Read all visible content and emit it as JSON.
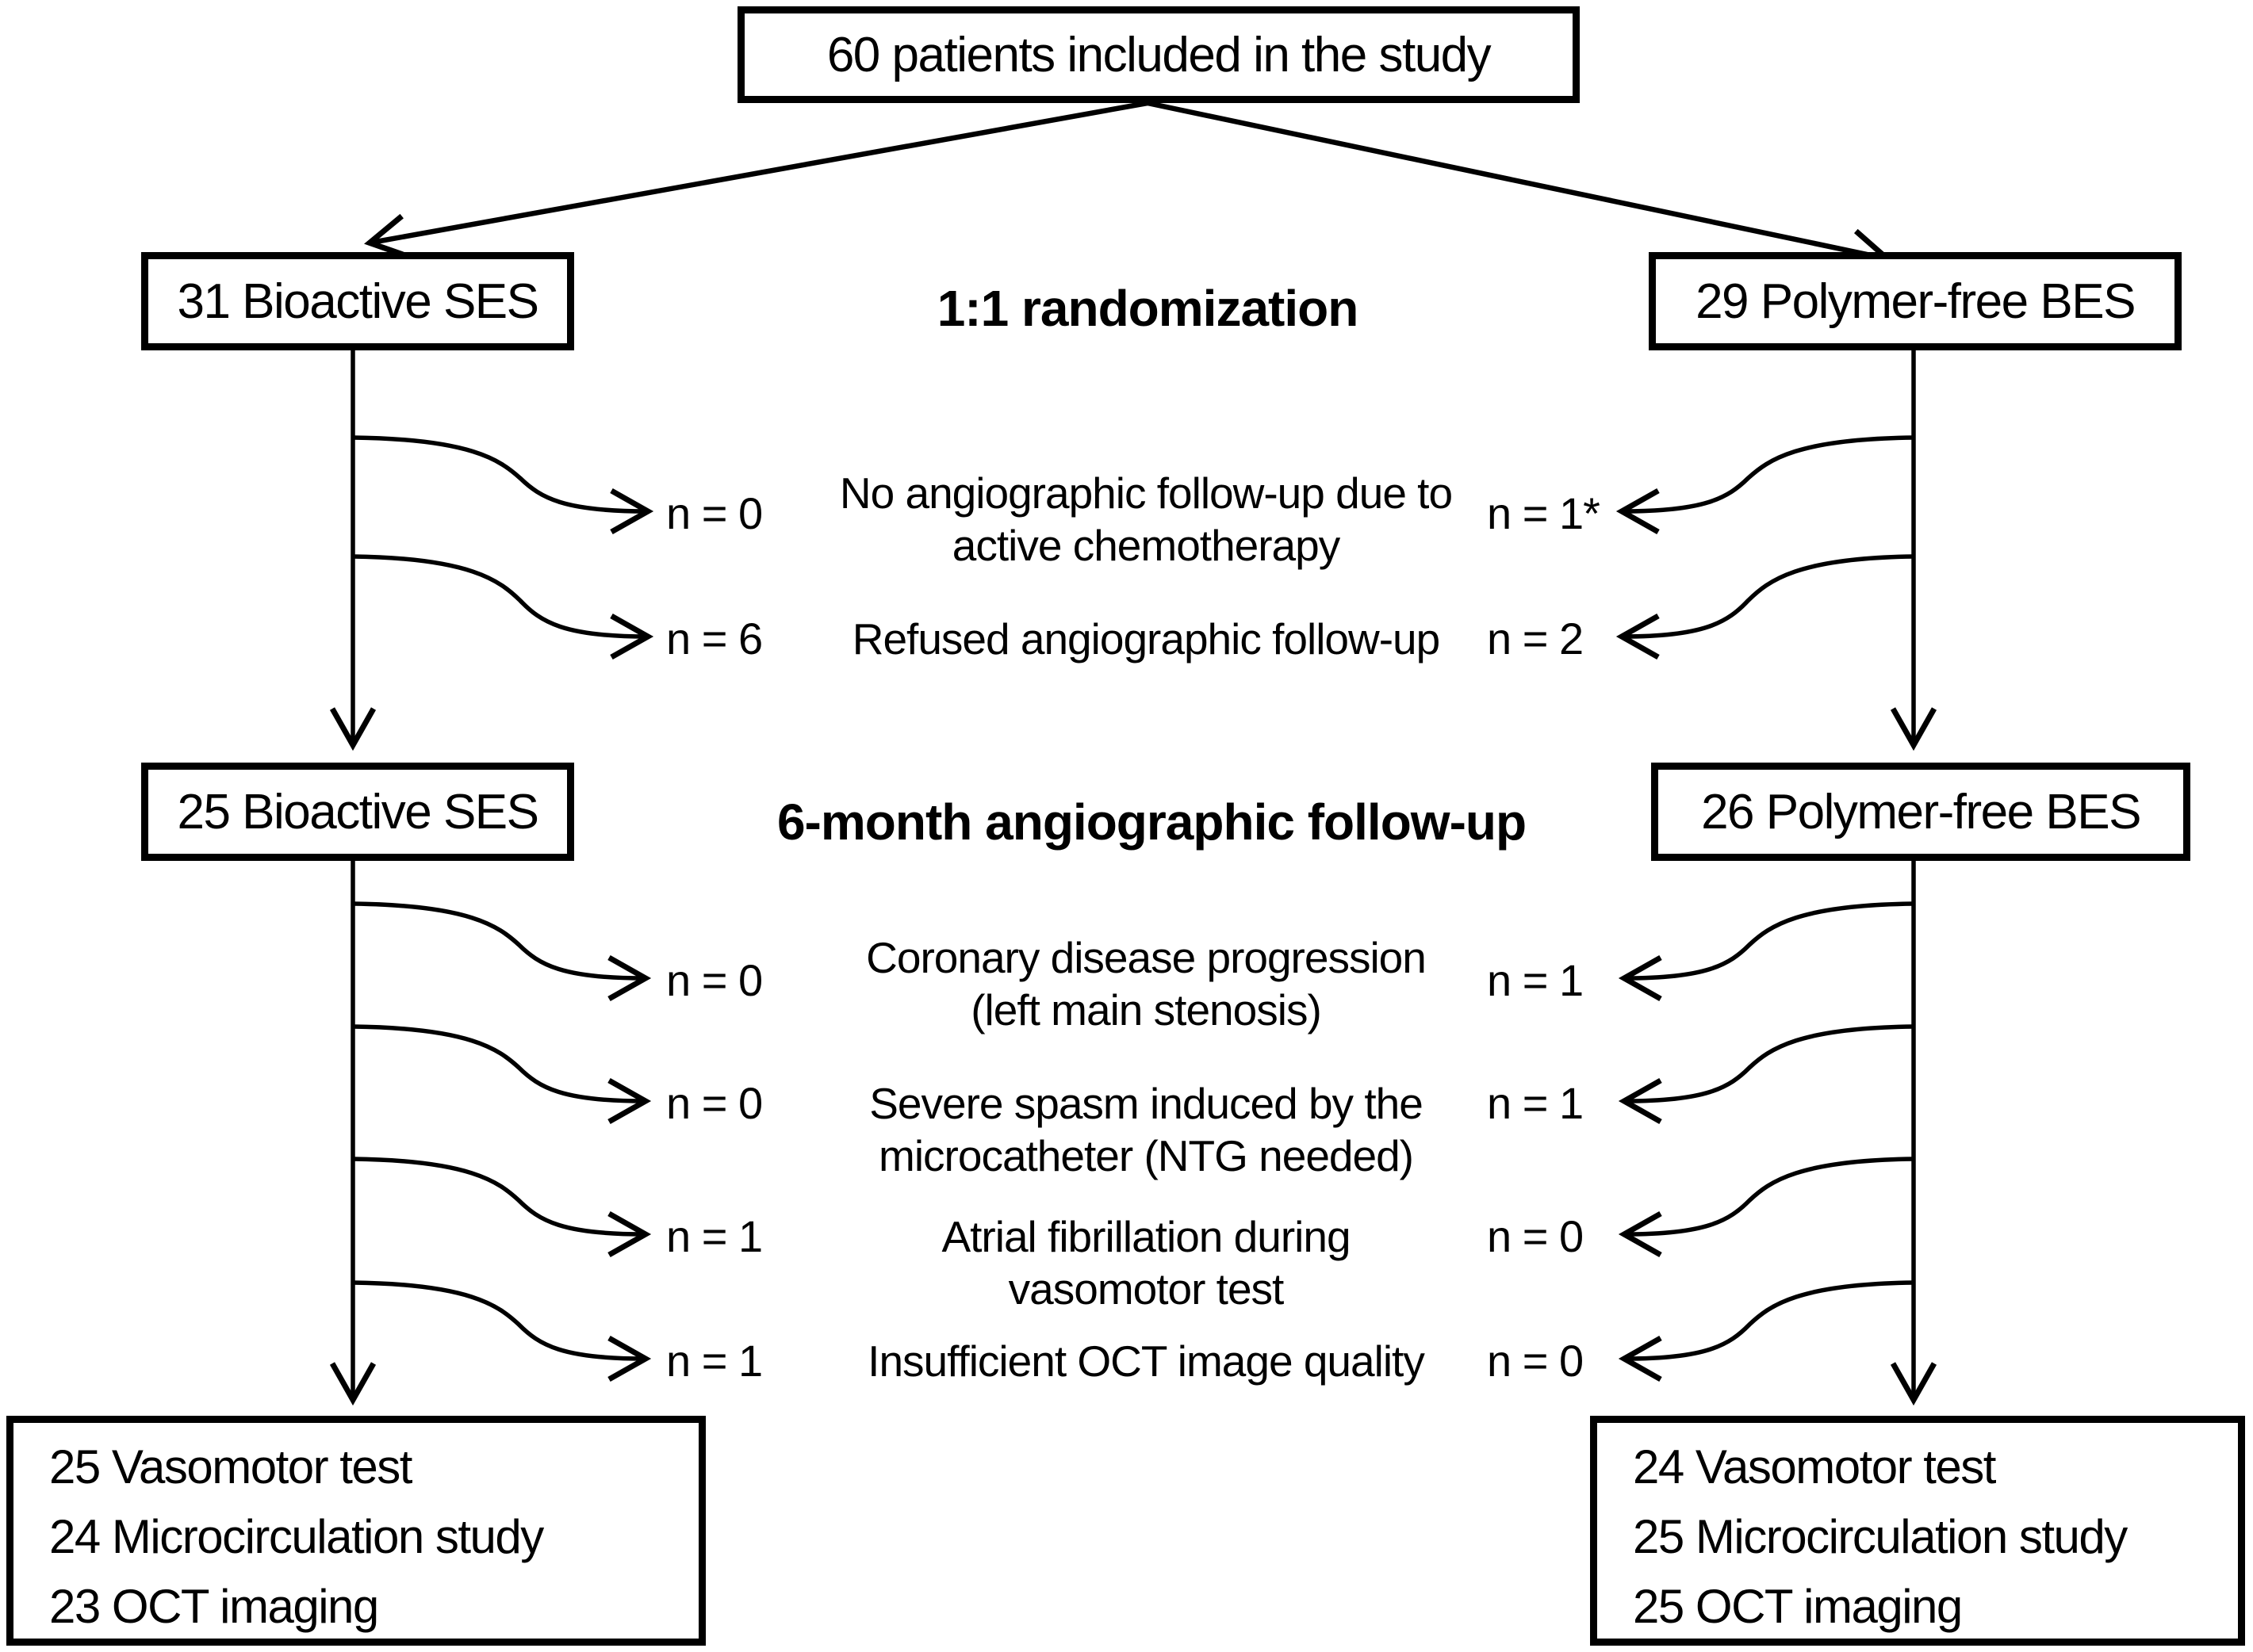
{
  "title_box": "60 patients included in the study",
  "randomization": {
    "label": "1:1 randomization",
    "left_box": "31 Bioactive SES",
    "right_box": "29 Polymer-free BES",
    "exclusions": [
      {
        "left_n": "n = 0",
        "reason_lines": [
          "No angiographic follow-up due to",
          "active chemotherapy"
        ],
        "right_n": "n = 1*"
      },
      {
        "left_n": "n = 6",
        "reason_lines": [
          "Refused angiographic follow-up"
        ],
        "right_n": "n = 2"
      }
    ]
  },
  "followup": {
    "label": "6-month angiographic follow-up",
    "left_box": "25 Bioactive SES",
    "right_box": "26 Polymer-free BES",
    "exclusions": [
      {
        "left_n": "n = 0",
        "reason_lines": [
          "Coronary disease progression",
          "(left main stenosis)"
        ],
        "right_n": "n = 1"
      },
      {
        "left_n": "n = 0",
        "reason_lines": [
          "Severe spasm induced by the",
          "microcatheter (NTG needed)"
        ],
        "right_n": "n = 1"
      },
      {
        "left_n": "n = 1",
        "reason_lines": [
          "Atrial fibrillation during",
          "vasomotor test"
        ],
        "right_n": "n = 0"
      },
      {
        "left_n": "n = 1",
        "reason_lines": [
          "Insufficient OCT image quality"
        ],
        "right_n": "n = 0"
      }
    ]
  },
  "final": {
    "left_box_lines": [
      "25 Vasomotor test",
      "24 Microcirculation study",
      "23 OCT imaging"
    ],
    "right_box_lines": [
      "24 Vasomotor test",
      "25 Microcirculation study",
      "25 OCT imaging"
    ]
  },
  "colors": {
    "stroke": "#000000",
    "background": "#ffffff"
  }
}
